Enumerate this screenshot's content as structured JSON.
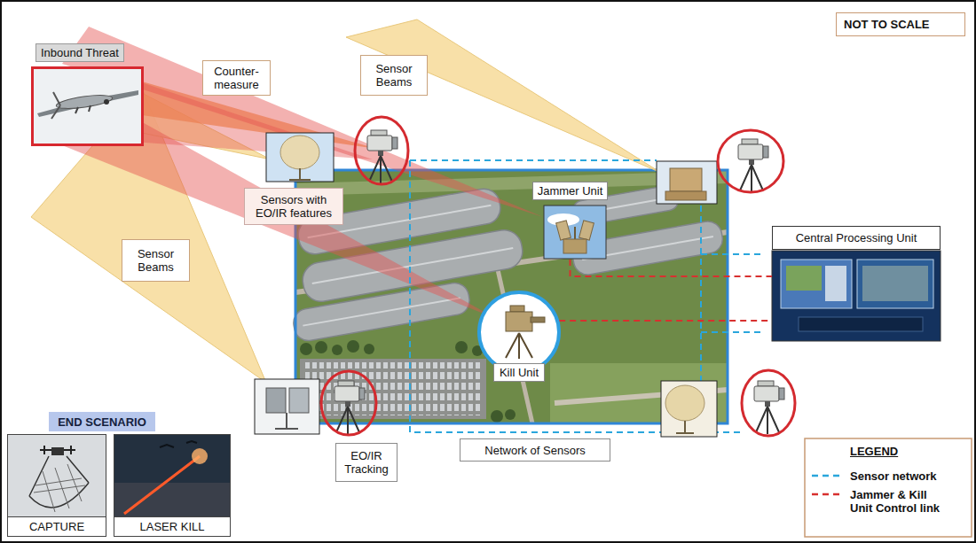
{
  "diagram": {
    "nodes": [
      {
        "text": [
          "Inbound Threat"
        ]
      },
      {
        "text": [
          "Counter- measure"
        ]
      },
      {
        "text": [
          "Sensor Beams"
        ]
      },
      {
        "text": [
          "NOT TO SCALE"
        ]
      },
      {
        "text": [
          "Sensors with EO/IR features"
        ]
      },
      {
        "text": [
          "Jammer Unit"
        ]
      },
      {
        "text": [
          "Central Processing Unit"
        ]
      },
      {
        "text": [
          "Sensor Beams"
        ]
      },
      {
        "text": [
          "Kill Unit"
        ]
      },
      {
        "text": [
          "EO/IR Tracking"
        ]
      },
      {
        "text": [
          "Network of Sensors"
        ]
      },
      {
        "text": [
          "END SCENARIO"
        ]
      },
      {
        "text": [
          "CAPTURE"
        ]
      },
      {
        "text": [
          "LASER KILL"
        ]
      }
    ],
    "edges": [
      {
        "from": 5,
        "to": 6,
        "arrow": "none"
      },
      {
        "from": 8,
        "to": 6,
        "arrow": "none"
      }
    ],
    "labels": [
      "LEGEND"
    ],
    "legend": [
      {
        "text": "Sensor network"
      },
      {
        "text": "Jammer & Kill Unit Control link"
      }
    ]
  }
}
